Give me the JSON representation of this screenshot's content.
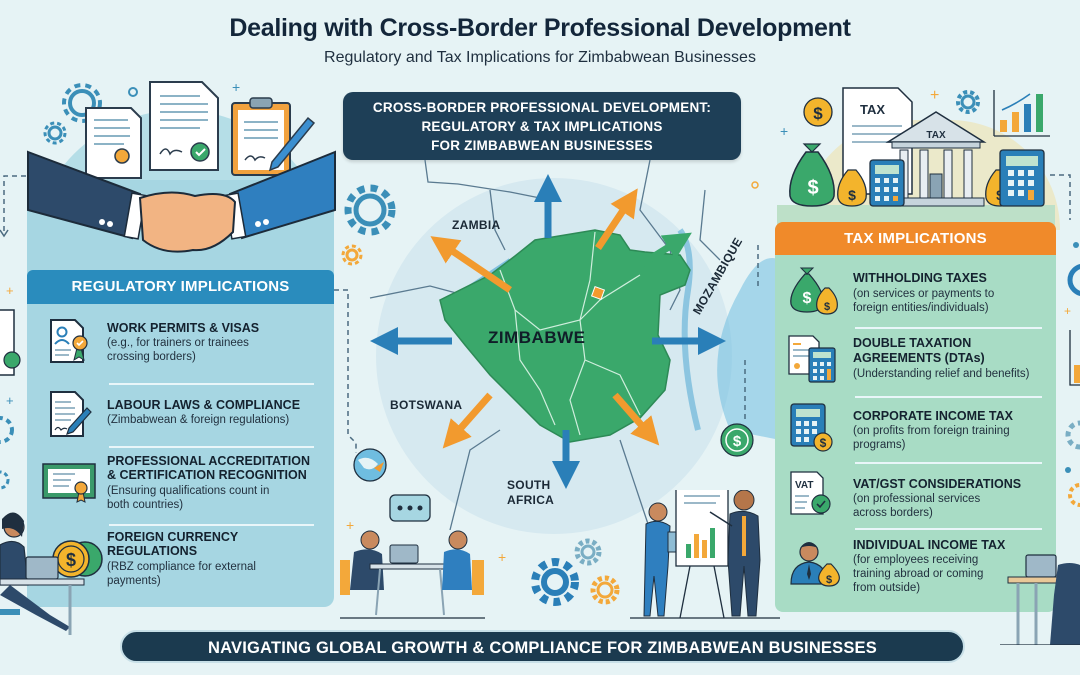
{
  "header": {
    "title": "Dealing with Cross-Border Professional Development",
    "subtitle": "Regulatory and Tax Implications for Zimbabwean Businesses"
  },
  "center_banner": {
    "lines": [
      "CROSS-BORDER PROFESSIONAL DEVELOPMENT:",
      "REGULATORY & TAX IMPLICATIONS",
      "FOR ZIMBABWEAN BUSINESSES"
    ]
  },
  "map": {
    "center_country": "ZIMBABWE",
    "neighbors": {
      "north": "ZAMBIA",
      "east": "MOZAMBIQUE",
      "west": "BOTSWANA",
      "south_line1": "SOUTH",
      "south_line2": "AFRICA"
    },
    "colors": {
      "land": "#3aa86b",
      "arrow_blue": "#2a7fb8",
      "arrow_orange": "#f29a2e",
      "arrow_green": "#3aa86b"
    }
  },
  "regulatory": {
    "header": "REGULATORY IMPLICATIONS",
    "color": "#2a8cbd",
    "items": [
      {
        "icon": "id-document-badge-icon",
        "title": "WORK PERMITS & VISAS",
        "desc_line1": "(e.g., for trainers or trainees",
        "desc_line2": "crossing borders)"
      },
      {
        "icon": "contract-pen-icon",
        "title": "LABOUR LAWS & COMPLIANCE",
        "desc_line1": "(Zimbabwean & foreign regulations)",
        "desc_line2": ""
      },
      {
        "icon": "certificate-icon",
        "title_line1": "PROFESSIONAL ACCREDITATION",
        "title_line2": "& CERTIFICATION RECOGNITION",
        "desc_line1": "(Ensuring qualifications count in",
        "desc_line2": "both countries)"
      },
      {
        "icon": "coins-icon",
        "title_line1": "FOREIGN CURRENCY",
        "title_line2": "REGULATIONS",
        "desc_line1": "(RBZ compliance for external",
        "desc_line2": "payments)"
      }
    ]
  },
  "tax": {
    "header": "TAX IMPLICATIONS",
    "color": "#f08a2a",
    "illustration": {
      "document_label": "TAX",
      "building_label": "TAX"
    },
    "items": [
      {
        "icon": "money-bags-icon",
        "title": "WITHHOLDING TAXES",
        "desc_line1": "(on services or payments to",
        "desc_line2": "foreign entities/individuals)"
      },
      {
        "icon": "document-calculator-icon",
        "title_line1": "DOUBLE TAXATION",
        "title_line2": "AGREEMENTS (DTAs)",
        "desc_line1": "(Understanding relief and benefits)"
      },
      {
        "icon": "calculator-dollar-icon",
        "title": "CORPORATE INCOME TAX",
        "desc_line1": "(on profits from foreign training",
        "desc_line2": "programs)"
      },
      {
        "icon": "vat-document-icon",
        "icon_label": "VAT",
        "title": "VAT/GST CONSIDERATIONS",
        "desc_line1": "(on professional services",
        "desc_line2": "across borders)"
      },
      {
        "icon": "employee-money-icon",
        "title": "INDIVIDUAL INCOME TAX",
        "desc_line1": "(for employees receiving",
        "desc_line2": "training abroad or coming",
        "desc_line3": "from outside)"
      }
    ]
  },
  "footer": {
    "banner": "NAVIGATING GLOBAL GROWTH & COMPLIANCE FOR ZIMBABWEAN BUSINESSES"
  }
}
